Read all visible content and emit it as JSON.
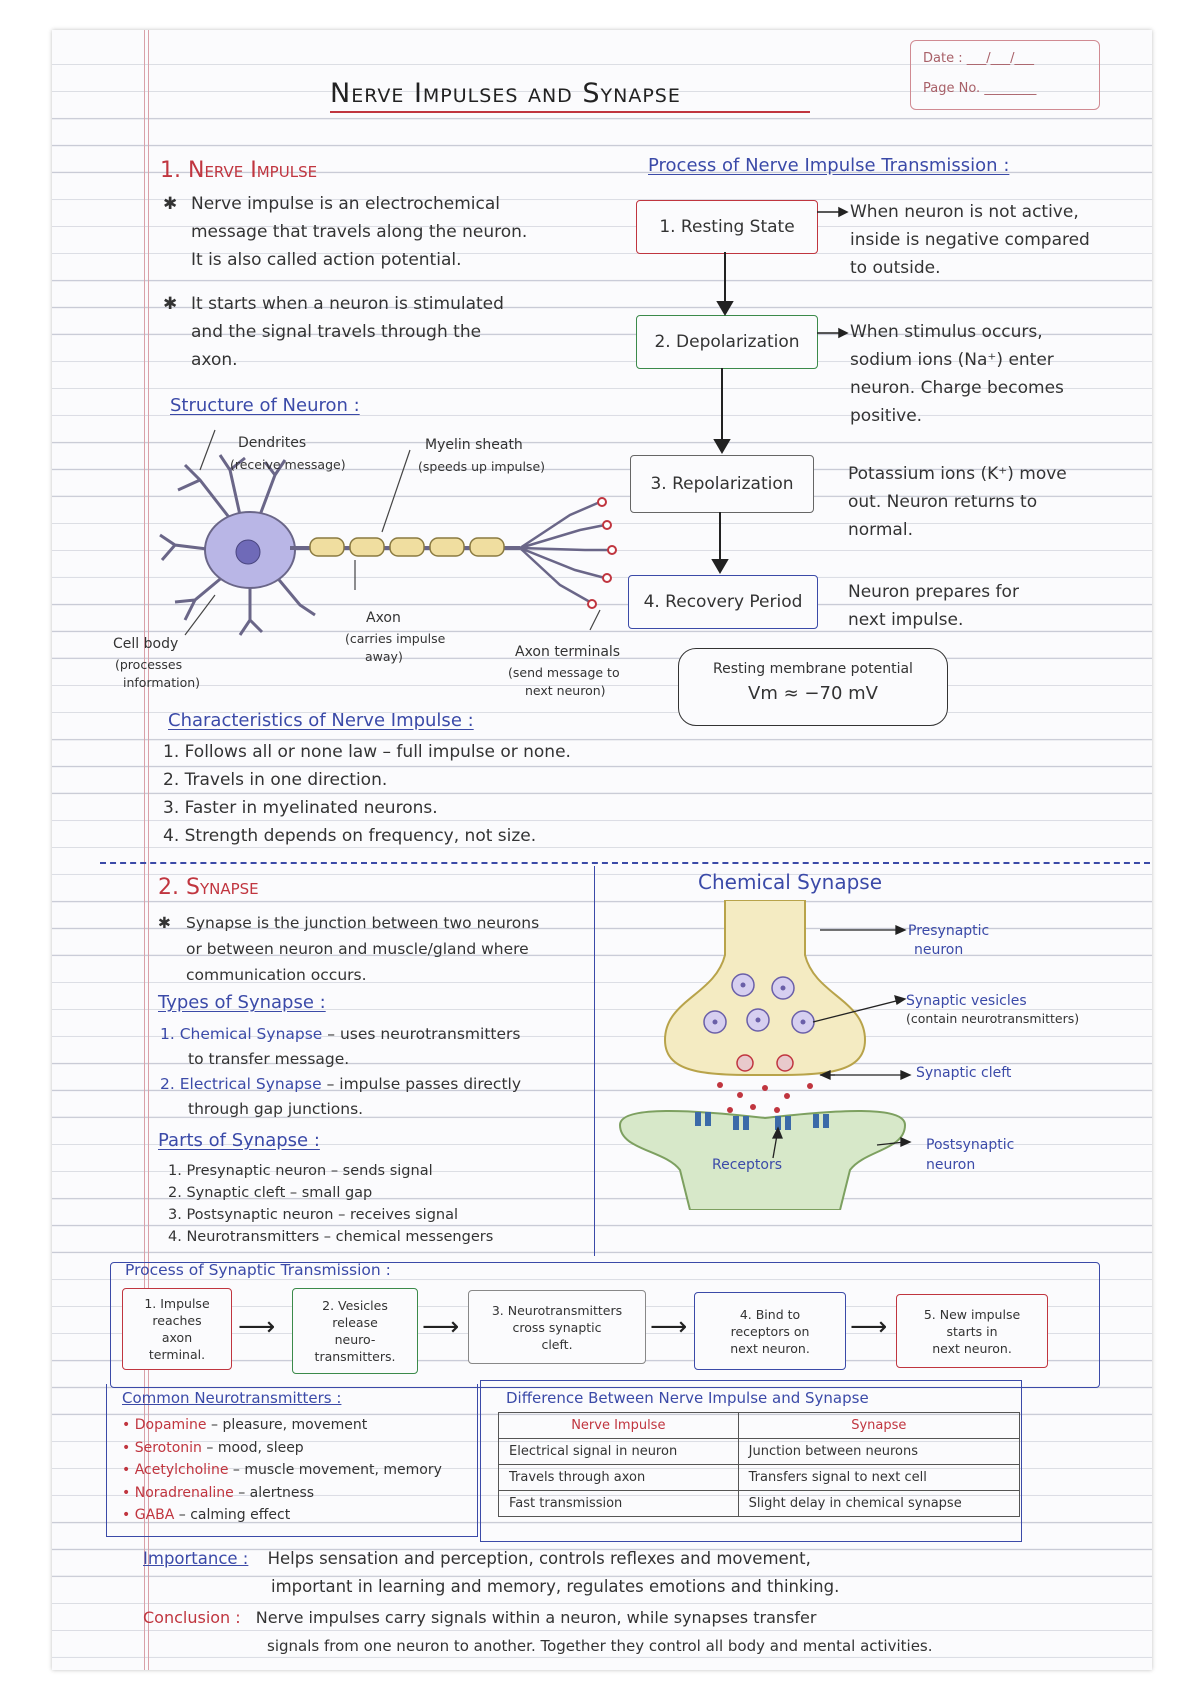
{
  "header": {
    "title": "Nerve Impulses and Synapse",
    "date_label": "Date : ___/___/___",
    "page_label": "Page No. ________"
  },
  "section1": {
    "heading": "1. Nerve Impulse",
    "bullets": [
      [
        "Nerve impulse is an electrochemical",
        "message that travels along the neuron.",
        "It is also called action potential."
      ],
      [
        "It starts when a neuron is stimulated",
        "and the signal travels through the",
        "axon."
      ]
    ],
    "structure_heading": "Structure of Neuron :",
    "neuron_labels": {
      "dendrites": "Dendrites",
      "dendrites_note": "(receive message)",
      "myelin": "Myelin sheath",
      "myelin_note": "(speeds up impulse)",
      "cell_body": "Cell body",
      "cell_body_note1": "(processes",
      "cell_body_note2": "information)",
      "axon": "Axon",
      "axon_note1": "(carries impulse",
      "axon_note2": "away)",
      "terminals": "Axon terminals",
      "terminals_note1": "(send message to",
      "terminals_note2": "next neuron)"
    },
    "characteristics_heading": "Characteristics of Nerve Impulse :",
    "characteristics": [
      "1. Follows all or none law – full impulse or none.",
      "2. Travels in one direction.",
      "3. Faster in myelinated neurons.",
      "4. Strength depends on frequency, not size."
    ]
  },
  "process": {
    "heading": "Process of Nerve Impulse Transmission :",
    "steps": [
      {
        "label": "1. Resting State",
        "desc": [
          "When neuron is not active,",
          "inside is negative compared",
          "to outside."
        ]
      },
      {
        "label": "2. Depolarization",
        "desc": [
          "When stimulus occurs,",
          "sodium ions (Na⁺) enter",
          "neuron. Charge becomes",
          "positive."
        ]
      },
      {
        "label": "3. Repolarization",
        "desc": [
          "Potassium ions (K⁺) move",
          "out. Neuron returns to",
          "normal."
        ]
      },
      {
        "label": "4. Recovery Period",
        "desc": [
          "Neuron prepares for",
          "next impulse."
        ]
      }
    ],
    "resting_potential_label": "Resting membrane potential",
    "resting_potential_value": "Vm ≈ −70 mV"
  },
  "section2": {
    "heading": "2. Synapse",
    "bullet": [
      "Synapse is the junction between two neurons",
      "or between neuron and muscle/gland where",
      "communication occurs."
    ],
    "types_heading": "Types of Synapse :",
    "types": [
      [
        "1. Chemical Synapse",
        " – uses neurotransmitters",
        "to transfer message."
      ],
      [
        "2. Electrical Synapse",
        " – impulse passes directly",
        "through gap junctions."
      ]
    ],
    "parts_heading": "Parts of Synapse :",
    "parts": [
      "1. Presynaptic neuron – sends signal",
      "2. Synaptic cleft – small gap",
      "3. Postsynaptic neuron – receives signal",
      "4. Neurotransmitters – chemical messengers"
    ]
  },
  "chemical_synapse": {
    "title": "Chemical Synapse",
    "presynaptic": [
      "Presynaptic",
      "neuron"
    ],
    "vesicles": [
      "Synaptic vesicles",
      "(contain neurotransmitters)"
    ],
    "cleft": "Synaptic cleft",
    "postsynaptic": [
      "Postsynaptic",
      "neuron"
    ],
    "receptors": "Receptors"
  },
  "synaptic_transmission": {
    "heading": "Process of Synaptic Transmission :",
    "steps": [
      [
        "1. Impulse",
        "reaches",
        "axon",
        "terminal."
      ],
      [
        "2. Vesicles",
        "release",
        "neuro-",
        "transmitters."
      ],
      [
        "3. Neurotransmitters",
        "cross synaptic",
        "cleft."
      ],
      [
        "4. Bind to",
        "receptors on",
        "next neuron."
      ],
      [
        "5. New impulse",
        "starts in",
        "next neuron."
      ]
    ]
  },
  "neurotransmitters": {
    "heading": "Common Neurotransmitters :",
    "items": [
      {
        "name": "Dopamine",
        "effect": " – pleasure, movement"
      },
      {
        "name": "Serotonin",
        "effect": " – mood, sleep"
      },
      {
        "name": "Acetylcholine",
        "effect": " – muscle movement, memory"
      },
      {
        "name": "Noradrenaline",
        "effect": " – alertness"
      },
      {
        "name": "GABA",
        "effect": " – calming effect"
      }
    ]
  },
  "difference": {
    "heading": "Difference Between Nerve Impulse and Synapse",
    "col1": "Nerve Impulse",
    "col2": "Synapse",
    "rows": [
      [
        "Electrical signal in neuron",
        "Junction between neurons"
      ],
      [
        "Travels through axon",
        "Transfers signal to next cell"
      ],
      [
        "Fast transmission",
        "Slight delay in chemical synapse"
      ]
    ]
  },
  "importance": {
    "label": "Importance :",
    "text1": "Helps sensation and perception, controls reflexes and movement,",
    "text2": "important in learning and memory, regulates emotions and thinking."
  },
  "conclusion": {
    "label": "Conclusion :",
    "text1": "Nerve impulses carry signals within a neuron, while synapses transfer",
    "text2": "signals from one neuron to another. Together they control all body and mental activities."
  }
}
